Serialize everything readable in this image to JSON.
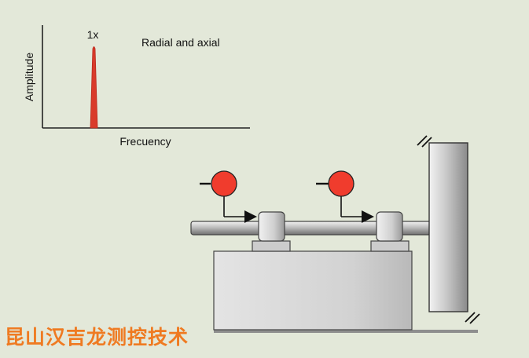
{
  "spectrum": {
    "y_axis_label": "Amplitude",
    "x_axis_label": "Frecuency",
    "peak_label": "1x",
    "note": "Radial and axial",
    "peak_color": "#d93b2b"
  },
  "machine": {
    "sensor_color": "#f03c2d",
    "sensor_count": 2,
    "bearing_count": 2
  },
  "watermark": {
    "text": "昆山汉吉龙测控技术",
    "color": "#ef7a21"
  }
}
